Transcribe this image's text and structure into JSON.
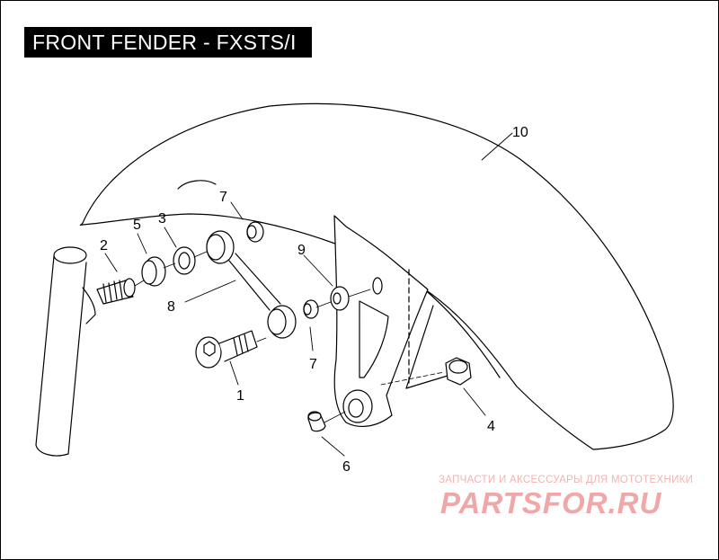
{
  "title": "FRONT FENDER - FXSTS/I",
  "callouts": {
    "c1": "1",
    "c2": "2",
    "c3": "3",
    "c4": "4",
    "c5": "5",
    "c6": "6",
    "c7a": "7",
    "c7b": "7",
    "c8": "8",
    "c9": "9",
    "c10": "10"
  },
  "watermark": {
    "tagline": "ЗАПЧАСТИ И АКСЕССУАРЫ ДЛЯ МОТОТЕХНИКИ",
    "logo": "PARTSFOR.RU"
  }
}
